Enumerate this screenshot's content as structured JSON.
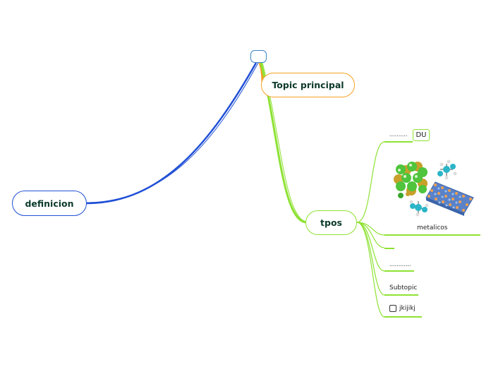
{
  "nodes": {
    "root": "",
    "definicion": "definicion",
    "topic_principal": "Topic principal",
    "tpos": "tpos"
  },
  "subtopics": {
    "dots1": "..........",
    "du": "DU",
    "metalicos": "metalicos",
    "dots2": "............",
    "subtopic": "Subtopic",
    "jkijikj": "jkijikj"
  },
  "colors": {
    "root_border": "#3a86c8",
    "definicion_branch": "#1f4fd6",
    "topic_branch": "#f4a024",
    "tpos_branch": "#8ee234"
  },
  "icons": [
    "crystal-structure-image",
    "checkbox-icon"
  ]
}
